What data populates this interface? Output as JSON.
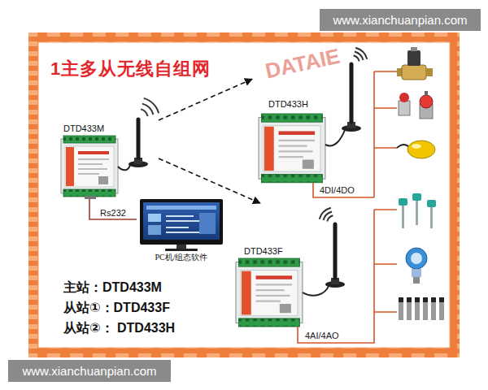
{
  "diagram": {
    "title": "1主多从无线自组网",
    "nodes": [
      {
        "text": [
          "DTD433M"
        ]
      },
      {
        "text": [
          "DTD433H"
        ]
      },
      {
        "text": [
          "PC机/组态软件"
        ]
      },
      {
        "text": [
          "DTD433F"
        ]
      }
    ],
    "edges": [
      {
        "from": 0,
        "to": 1,
        "arrow": "to"
      },
      {
        "from": 0,
        "to": 3,
        "arrow": "to"
      },
      {
        "from": 0,
        "to": 2,
        "arrow": "none",
        "label": "Rs232"
      }
    ],
    "labels": [
      "www.xianchuanpian.com",
      "DATAIE",
      "4DI/4DO",
      "4AI/4AO",
      "主站：DTD433M",
      "从站①：DTD433F",
      "从站②： DTD433H",
      "www.xianchuanpian.com"
    ]
  }
}
